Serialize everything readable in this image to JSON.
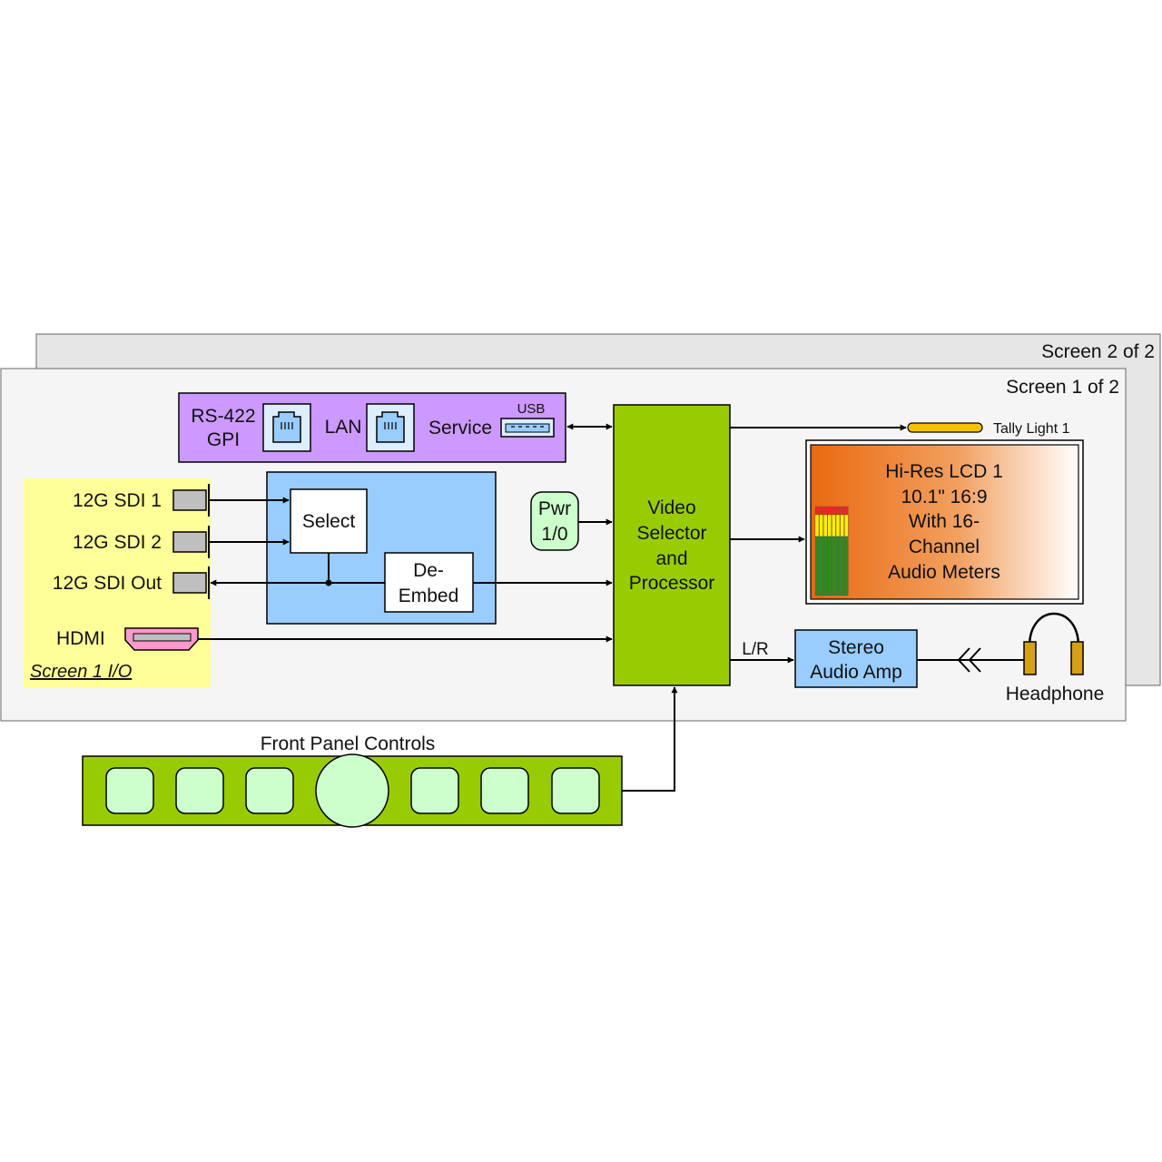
{
  "screens": {
    "back_label": "Screen 2 of 2",
    "front_label": "Screen 1 of 2"
  },
  "io_panel": {
    "label": "Screen 1 I/O",
    "sdi1": "12G SDI 1",
    "sdi2": "12G SDI 2",
    "sdi_out": "12G SDI Out",
    "hdmi": "HDMI"
  },
  "control_panel": {
    "rs422_line1": "RS-422",
    "rs422_line2": "GPI",
    "lan": "LAN",
    "service": "Service",
    "usb": "USB"
  },
  "sdi_processing": {
    "select": "Select",
    "deembed_line1": "De-",
    "deembed_line2": "Embed"
  },
  "power": {
    "line1": "Pwr",
    "line2": "1/0"
  },
  "processor": {
    "lines": [
      "Video",
      "Selector",
      "and",
      "Processor"
    ]
  },
  "tally": {
    "label": "Tally Light 1"
  },
  "lcd": {
    "lines": [
      "Hi-Res LCD 1",
      "10.1\" 16:9",
      "With 16-",
      "Channel",
      "Audio Meters"
    ]
  },
  "audio": {
    "lr_label": "L/R",
    "amp_line1": "Stereo",
    "amp_line2": "Audio Amp",
    "headphone": "Headphone"
  },
  "front_panel": {
    "title": "Front Panel Controls"
  },
  "colors": {
    "processor_green": "#99cc00",
    "io_yellow": "#ffff99",
    "control_purple": "#cc99ff",
    "sdi_blue": "#99ccff",
    "power_mint": "#ccffcc",
    "tally_amber": "#f5c000",
    "lcd_orange": "#e86a10",
    "headphone_gold": "#d4a017"
  }
}
